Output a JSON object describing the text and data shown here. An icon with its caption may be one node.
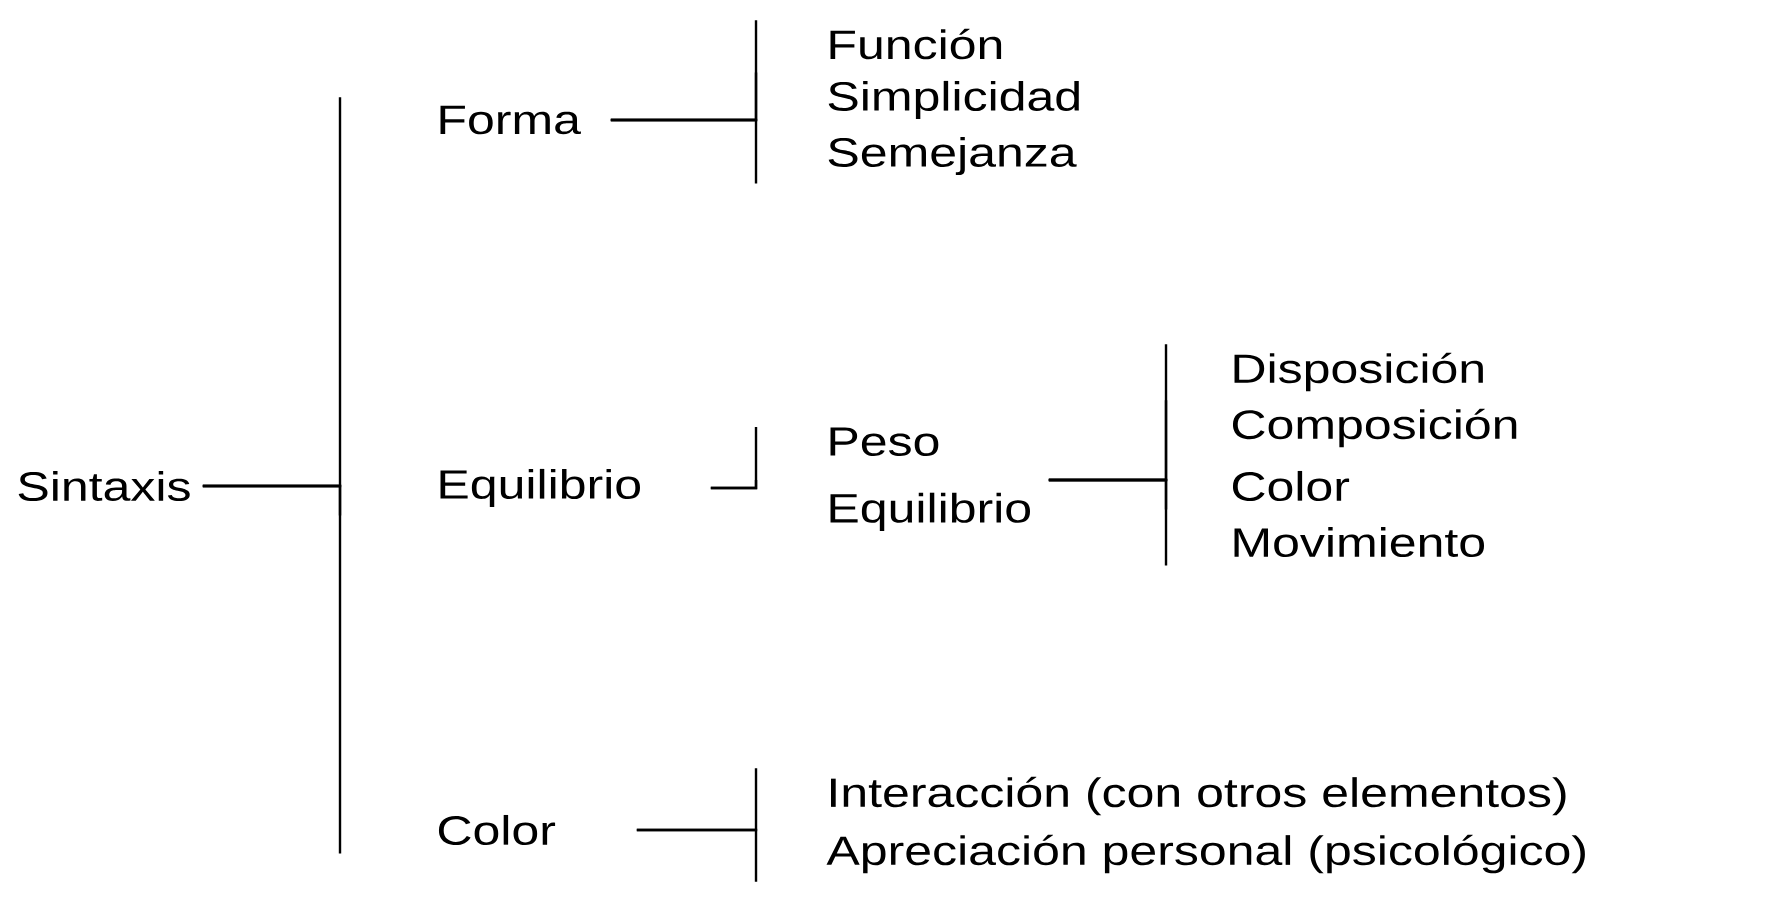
{
  "diagram": {
    "nodes": [
      {
        "text": [
          "Sintaxis"
        ]
      },
      {
        "text": [
          "Forma"
        ]
      },
      {
        "text": [
          "Equilibrio"
        ]
      },
      {
        "text": [
          "Color"
        ]
      },
      {
        "text": [
          "Función"
        ]
      },
      {
        "text": [
          "Simplicidad"
        ]
      },
      {
        "text": [
          "Semejanza"
        ]
      },
      {
        "text": [
          "Peso"
        ]
      },
      {
        "text": [
          "Equilibrio"
        ]
      },
      {
        "text": [
          "Disposición"
        ]
      },
      {
        "text": [
          "Composición"
        ]
      },
      {
        "text": [
          "Color"
        ]
      },
      {
        "text": [
          "Movimiento"
        ]
      },
      {
        "text": [
          "Interacción (con otros elementos)"
        ]
      },
      {
        "text": [
          "Apreciación personal (psicológico)"
        ]
      }
    ],
    "edges": [
      {
        "from": 0,
        "to": 1,
        "arrow": "none"
      },
      {
        "from": 0,
        "to": 2,
        "arrow": "none"
      },
      {
        "from": 0,
        "to": 3,
        "arrow": "none"
      },
      {
        "from": 1,
        "to": 4,
        "arrow": "none"
      },
      {
        "from": 1,
        "to": 5,
        "arrow": "none"
      },
      {
        "from": 1,
        "to": 6,
        "arrow": "none"
      },
      {
        "from": 2,
        "to": 7,
        "arrow": "none"
      },
      {
        "from": 2,
        "to": 8,
        "arrow": "none"
      },
      {
        "from": 8,
        "to": 9,
        "arrow": "none"
      },
      {
        "from": 8,
        "to": 10,
        "arrow": "none"
      },
      {
        "from": 8,
        "to": 11,
        "arrow": "none"
      },
      {
        "from": 8,
        "to": 12,
        "arrow": "none"
      },
      {
        "from": 3,
        "to": 13,
        "arrow": "none"
      },
      {
        "from": 3,
        "to": 14,
        "arrow": "none"
      }
    ]
  }
}
